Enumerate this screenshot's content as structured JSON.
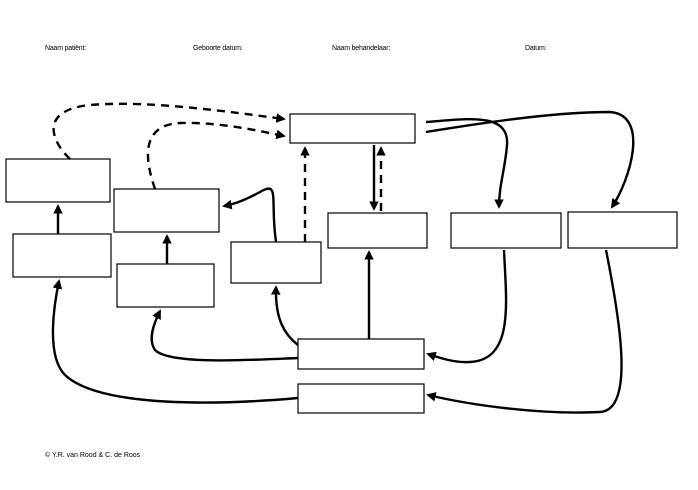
{
  "header": {
    "patient_label": "Naam patiënt:",
    "birthdate_label": "Geboorte datum:",
    "therapist_label": "Naam behandelaar:",
    "date_label": "Datum:"
  },
  "footer": {
    "copyright": "© Y.R. van Rood & C. de Roos"
  },
  "diagram": {
    "boxes": [
      "",
      "",
      "",
      "",
      "",
      "",
      "",
      "",
      "",
      "",
      "",
      ""
    ]
  }
}
